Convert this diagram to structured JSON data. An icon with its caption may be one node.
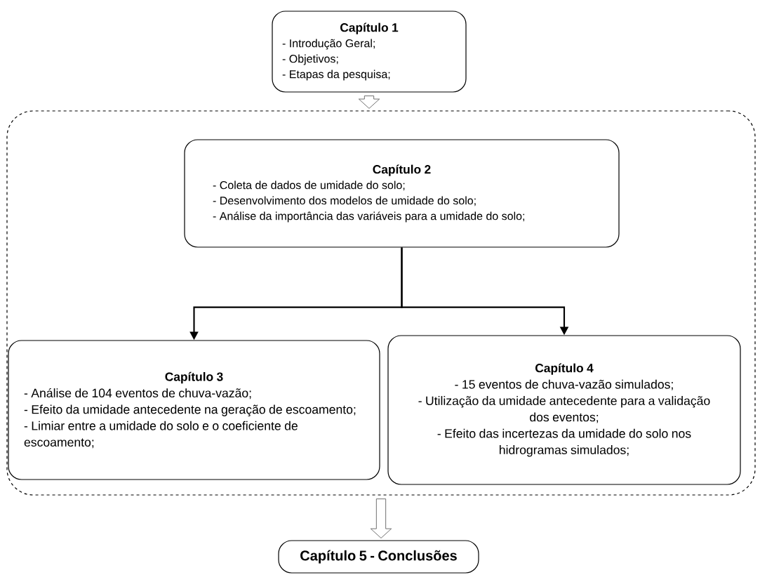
{
  "diagram": {
    "nodes": [
      {
        "text": [
          "Capítulo 1",
          "- Introdução Geral;",
          "- Objetivos;",
          "- Etapas da pesquisa;"
        ]
      },
      {
        "text": [],
        "shape": "box"
      },
      {
        "text": [
          "Capítulo 2",
          "- Coleta de dados de umidade do solo;",
          "- Desenvolvimento dos modelos de umidade do solo;",
          "- Análise da importância das variáveis para a umidade do solo;"
        ],
        "in": 1
      },
      {
        "text": [
          "Capítulo 3",
          "- Análise de 104 eventos de chuva-vazão;",
          "- Efeito da umidade antecedente na geração de escoamento;",
          "- Limiar entre a umidade do solo e o coeficiente de escoamento;"
        ],
        "in": 1
      },
      {
        "text": [
          "Capítulo 4",
          "- 15 eventos de chuva-vazão simulados;",
          "- Utilização da umidade antecedente para a validação dos eventos;",
          "- Efeito das incertezas da umidade do solo nos hidrogramas simulados;"
        ],
        "in": 1
      },
      {
        "text": [
          "Capítulo 5 - Conclusões"
        ]
      }
    ],
    "edges": [
      {
        "from": 0,
        "to": 1,
        "arrow": "to"
      },
      {
        "from": 2,
        "to": 3,
        "arrow": "to"
      },
      {
        "from": 2,
        "to": 4,
        "arrow": "to"
      },
      {
        "from": 1,
        "to": 5,
        "arrow": "to"
      }
    ]
  }
}
